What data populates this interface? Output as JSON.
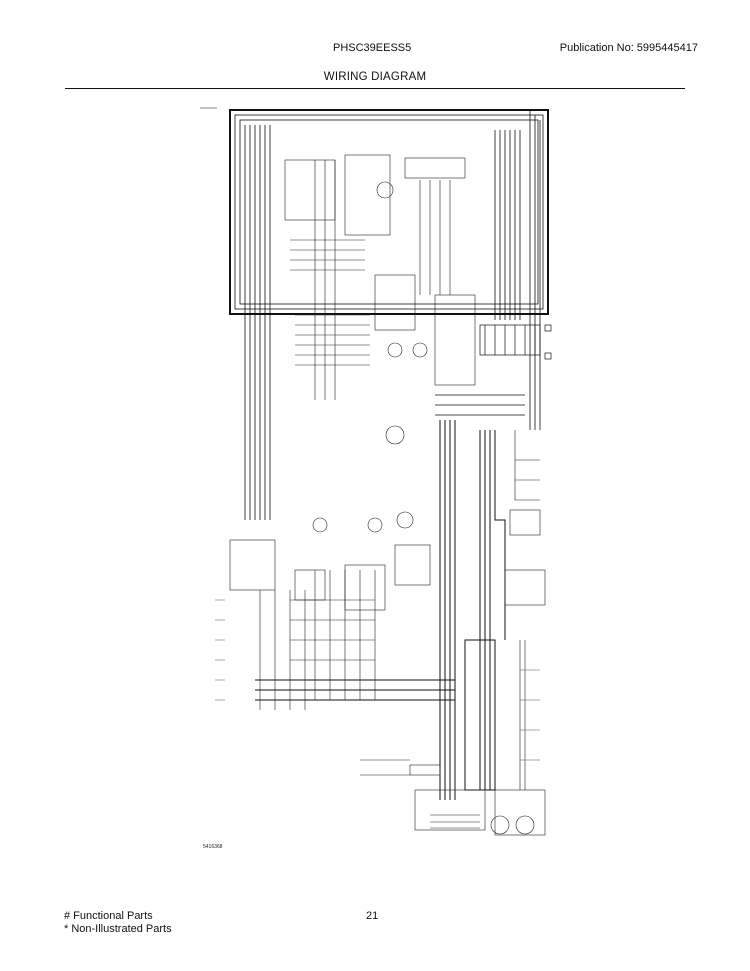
{
  "header": {
    "model": "PHSC39EESS5",
    "publication": "Publication No:  5995445417",
    "title": "WIRING DIAGRAM"
  },
  "diagram": {
    "drawing_number": "5416368"
  },
  "footer": {
    "functional_parts": "# Functional Parts",
    "non_illustrated_parts": "* Non-Illustrated Parts",
    "page_number": "21"
  }
}
